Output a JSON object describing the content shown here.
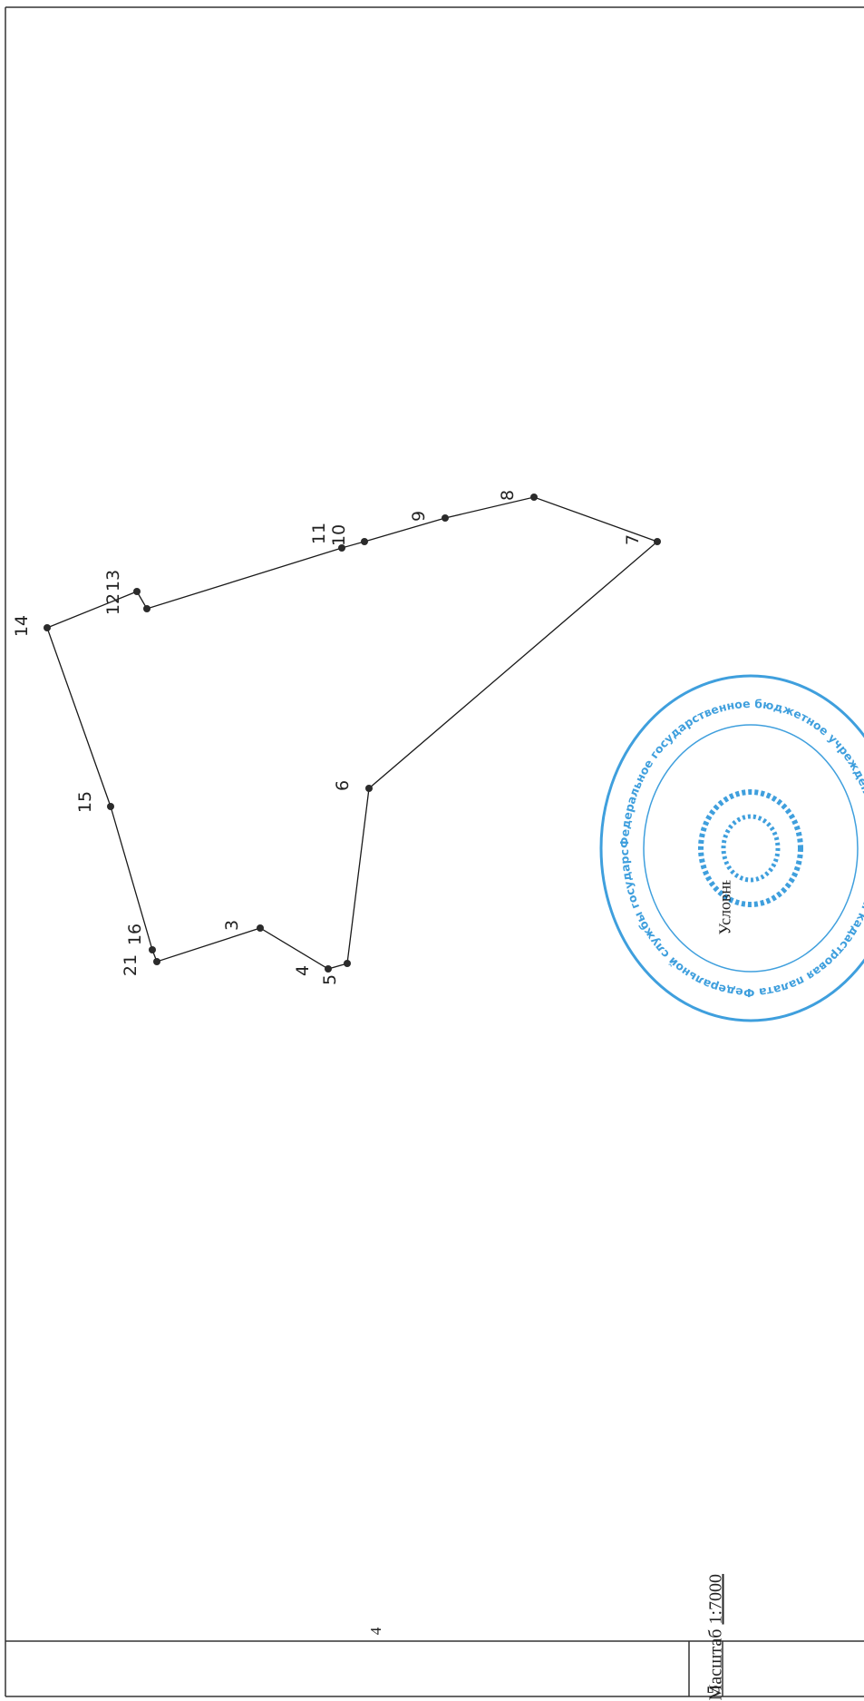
{
  "document": {
    "section_number": "4",
    "sheet_number": "5",
    "scale_label": "Масштаб",
    "scale_value": "1:7000",
    "legend_fragment": "Условные"
  },
  "plan": {
    "points": [
      {
        "label": "21"
      },
      {
        "label": "16"
      },
      {
        "label": "3"
      },
      {
        "label": "4"
      },
      {
        "label": "5"
      },
      {
        "label": "6"
      },
      {
        "label": "7"
      },
      {
        "label": "8"
      },
      {
        "label": "9"
      },
      {
        "label": "10"
      },
      {
        "label": "11"
      },
      {
        "label": "12"
      },
      {
        "label": "13"
      },
      {
        "label": "14"
      },
      {
        "label": "15"
      }
    ],
    "line_color": "#1a1a1a",
    "point_color": "#2b2b2b"
  },
  "stamp": {
    "color": "#1e8fd8",
    "text": "Федеральное государственное бюджетное учреждение «Федеральная кадастровая палата Федеральной службы государственной регистрации, кадастра и картографии» по Московской области · Росреестр"
  }
}
